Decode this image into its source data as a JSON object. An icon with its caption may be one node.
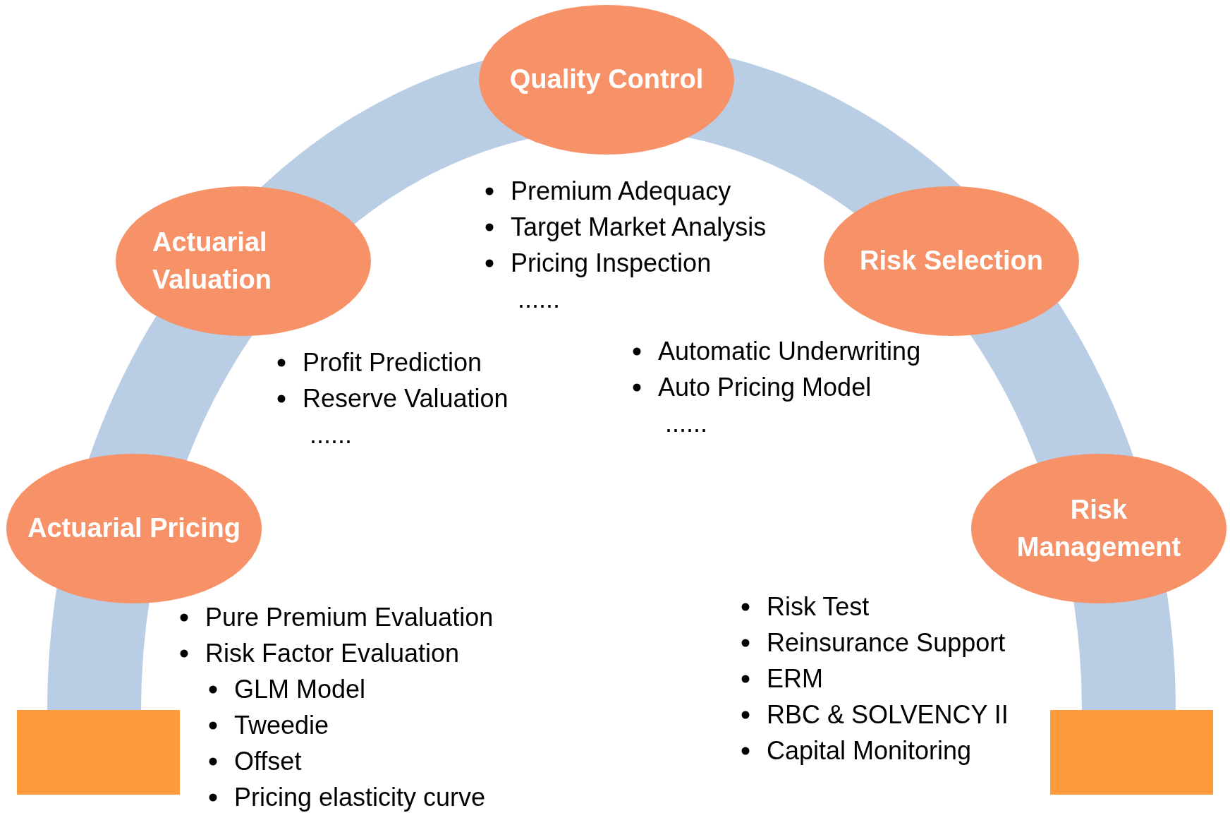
{
  "diagram": {
    "nodes": [
      {
        "text": [
          "Quality Control"
        ],
        "beside": [
          "Premium Adequacy",
          "Target Market Analysis",
          "Pricing Inspection",
          "......"
        ]
      },
      {
        "text": [
          "Actuarial Valuation"
        ],
        "beside": [
          "Profit Prediction",
          "Reserve Valuation",
          "......"
        ]
      },
      {
        "text": [
          "Risk Selection"
        ],
        "beside": [
          "Automatic Underwriting",
          "Auto Pricing Model",
          "......"
        ]
      },
      {
        "text": [
          "Actuarial Pricing"
        ],
        "beside": [
          "Pure Premium Evaluation",
          "Risk Factor Evaluation",
          "GLM Model",
          "Tweedie",
          "Offset",
          "Pricing elasticity curve"
        ]
      },
      {
        "text": [
          "Risk Management"
        ],
        "beside": [
          "Risk Test",
          "Reinsurance Support",
          "ERM",
          "RBC & SOLVENCY II",
          "Capital Monitoring"
        ]
      }
    ]
  }
}
